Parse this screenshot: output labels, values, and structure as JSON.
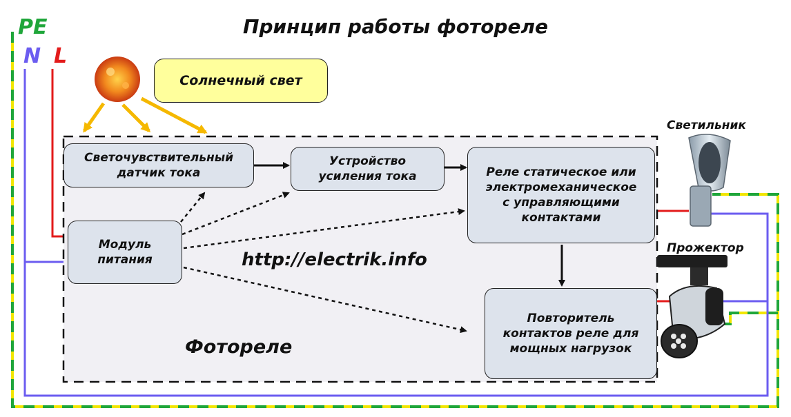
{
  "title": "Принцип работы фоторele",
  "wires": {
    "pe": "PE",
    "n": "N",
    "l": "L"
  },
  "sun_label": "Солнечный свет",
  "blocks": {
    "sensor": "Светочувствительный\nдатчик тока",
    "amplifier": "Устройство\nусиления тока",
    "relay": "Реле статическое или\nэлектромеханическое\nс управляющими\nконтактами",
    "power": "Модуль\nпитания",
    "repeater": "Повторитель\nконтактов реле для\nмощных нагрузок"
  },
  "url": "http://electrik.info",
  "device_name": "Фотореле",
  "loads": {
    "lamp": "Светильник",
    "projector": "Прожектор"
  },
  "colors": {
    "pe_green": "#1fa63a",
    "pe_yellow": "#f2e600",
    "neutral": "#6b5cf0",
    "line": "#e31b1b",
    "sun_arrow": "#f5b800"
  }
}
